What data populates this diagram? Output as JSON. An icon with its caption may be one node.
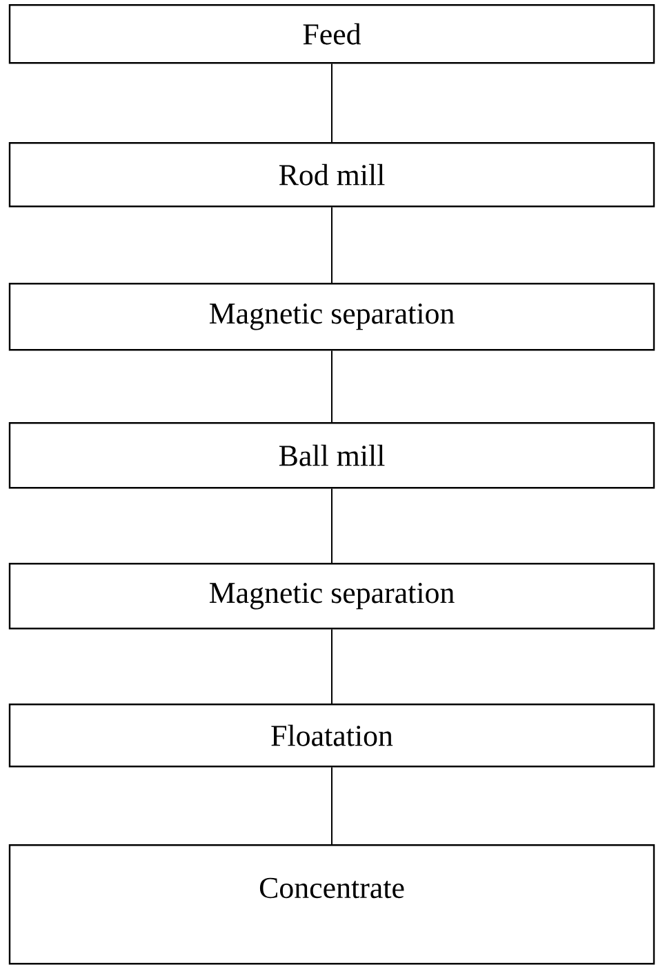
{
  "diagram": {
    "nodes": [
      {
        "text": [
          "Feed"
        ]
      },
      {
        "text": [
          "Rod mill"
        ]
      },
      {
        "text": [
          "Magnetic separation"
        ]
      },
      {
        "text": [
          "Ball mill"
        ]
      },
      {
        "text": [
          "Magnetic separation"
        ]
      },
      {
        "text": [
          "Floatation"
        ]
      },
      {
        "text": [
          "Concentrate"
        ]
      }
    ],
    "edges": [
      {
        "from": 0,
        "to": 1,
        "arrow": "none"
      },
      {
        "from": 1,
        "to": 2,
        "arrow": "none"
      },
      {
        "from": 2,
        "to": 3,
        "arrow": "none"
      },
      {
        "from": 3,
        "to": 4,
        "arrow": "none"
      },
      {
        "from": 4,
        "to": 5,
        "arrow": "none"
      },
      {
        "from": 5,
        "to": 6,
        "arrow": "none"
      }
    ]
  }
}
